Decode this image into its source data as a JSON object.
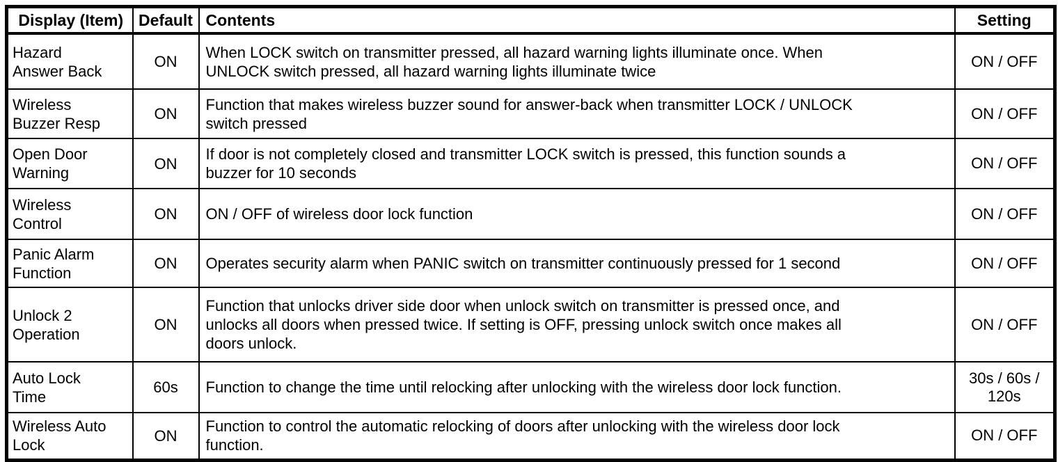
{
  "header": {
    "display": "Display (Item)",
    "default": "Default",
    "contents": "Contents",
    "setting": "Setting"
  },
  "rows": [
    {
      "display": "Hazard\nAnswer Back",
      "default": "ON",
      "contents": "When LOCK switch on transmitter pressed, all hazard warning lights illuminate once. When\nUNLOCK switch pressed, all hazard warning lights illuminate twice",
      "setting": "ON / OFF"
    },
    {
      "display": "Wireless\nBuzzer Resp",
      "default": "ON",
      "contents": "Function that makes wireless buzzer sound for answer-back when transmitter LOCK / UNLOCK\nswitch pressed",
      "setting": "ON / OFF"
    },
    {
      "display": "Open Door\nWarning",
      "default": "ON",
      "contents": "If door is not completely closed and transmitter LOCK switch is pressed, this function sounds a\nbuzzer for 10 seconds",
      "setting": "ON / OFF"
    },
    {
      "display": "Wireless\nControl",
      "default": "ON",
      "contents": "ON / OFF of wireless door lock function",
      "setting": "ON / OFF"
    },
    {
      "display": "Panic Alarm\nFunction",
      "default": "ON",
      "contents": "Operates security alarm when PANIC switch on transmitter continuously pressed for 1 second",
      "setting": "ON / OFF"
    },
    {
      "display": "Unlock 2\nOperation",
      "default": "ON",
      "contents": "Function that unlocks driver side door when unlock switch on transmitter is pressed once, and\nunlocks all doors when pressed twice. If setting is OFF, pressing unlock switch once makes all\ndoors unlock.",
      "setting": "ON / OFF"
    },
    {
      "display": "Auto Lock\nTime",
      "default": "60s",
      "contents": "Function to change the time until relocking after unlocking with the wireless door lock function.",
      "setting": "30s / 60s /\n120s"
    },
    {
      "display": "Wireless Auto\nLock",
      "default": "ON",
      "contents": "Function to control the automatic relocking of doors after unlocking with the wireless door lock\nfunction.",
      "setting": "ON / OFF"
    }
  ]
}
